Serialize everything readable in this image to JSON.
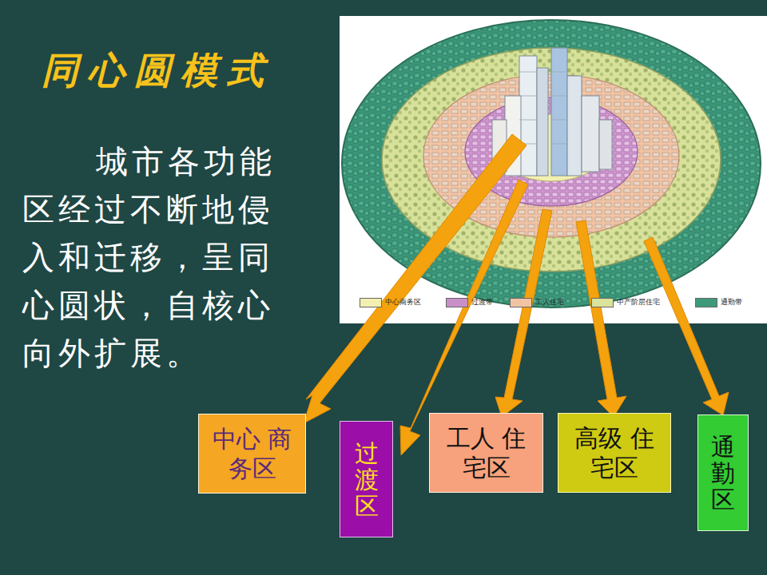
{
  "diagram": {
    "title": "同心圆模式",
    "nodes": [
      {
        "text": [
          "中心 商务区"
        ]
      },
      {
        "text": [
          "过渡区"
        ]
      },
      {
        "text": [
          "工人 住宅区"
        ]
      },
      {
        "text": [
          "高级 住宅区"
        ]
      },
      {
        "text": [
          "通勤区"
        ]
      }
    ],
    "labels": [
      "城市各功能区经过不断地侵入和迁移，呈同心圆状，自核心向外扩展。"
    ],
    "legend": [
      {
        "text": "中心商务区",
        "color": "#f3efb0"
      },
      {
        "text": "过渡带",
        "color": "#c98fc9"
      },
      {
        "text": "工人住宅",
        "color": "#f1c3a3"
      },
      {
        "text": "中产阶层住宅",
        "color": "#d9e39a"
      },
      {
        "text": "通勤带",
        "color": "#3e9a7c"
      }
    ]
  }
}
